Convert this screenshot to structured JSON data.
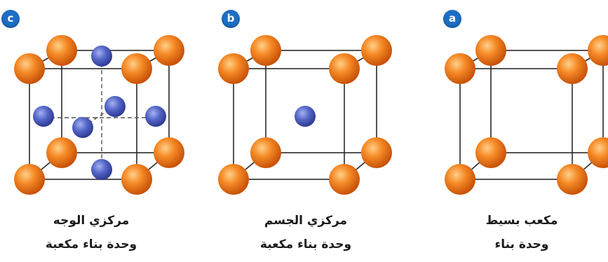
{
  "panels": [
    {
      "id": "c",
      "badge": "c",
      "caption_line1": "مركزي الوجه",
      "caption_line2": "وحدة بناء مكعبة",
      "center_atoms": "face"
    },
    {
      "id": "b",
      "badge": "b",
      "caption_line1": "مركزي الجسم",
      "caption_line2": "وحدة بناء مكعبة",
      "center_atoms": "body"
    },
    {
      "id": "a",
      "badge": "a",
      "caption_line1": "مكعب بسيط",
      "caption_line2": "وحدة بناء",
      "center_atoms": "none"
    }
  ],
  "colors": {
    "corner_atom": "#f07a1e",
    "center_atom": "#4a5bbf",
    "badge": "#1c6fc4",
    "edge_line": "#2a2a2a"
  }
}
